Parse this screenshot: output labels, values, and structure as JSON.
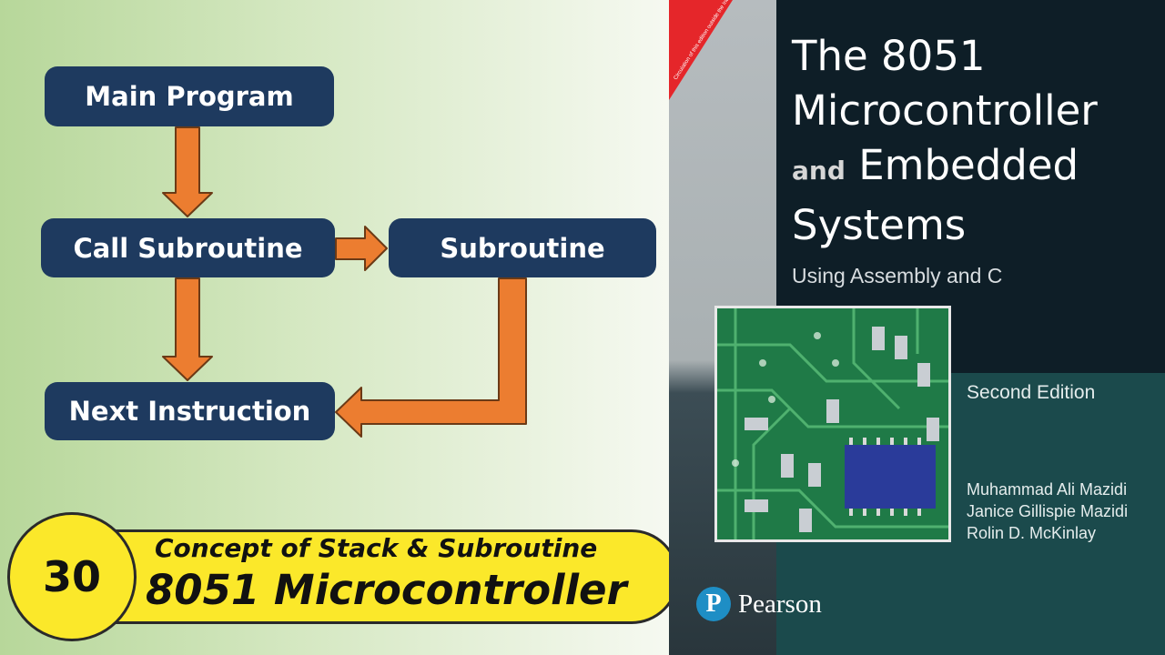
{
  "flowchart": {
    "main_program": "Main Program",
    "call_subroutine": "Call Subroutine",
    "subroutine": "Subroutine",
    "next_instruction": "Next Instruction"
  },
  "badge": {
    "number": "30"
  },
  "banner": {
    "line1": "Concept of Stack & Subroutine",
    "line2": "8051 Microcontroller"
  },
  "book": {
    "title_line1": "The 8051",
    "title_line2": "Microcontroller",
    "title_and": "and",
    "title_line3": "Embedded",
    "title_line4": "Systems",
    "subtitle": "Using Assembly and C",
    "edition": "Second Edition",
    "authors": [
      "Muhammad Ali Mazidi",
      "Janice Gillispie Mazidi",
      "Rolin D. McKinlay"
    ],
    "publisher": "Pearson",
    "publisher_logo_letter": "P",
    "corner_notice": "Circulation of this edition outside the Indian subcontinent is UNAUTHORIZED"
  },
  "colors": {
    "box": "#1e3a5f",
    "arrow": "#ec7d30",
    "banner": "#fbe82a",
    "corner": "#e5262a"
  }
}
